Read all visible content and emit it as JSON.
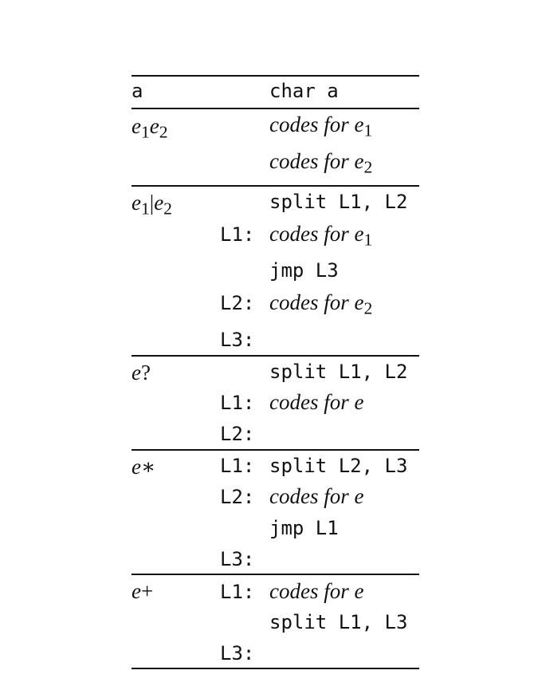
{
  "rows": [
    {
      "expr": {
        "base": "a",
        "style": "mono"
      },
      "lines": [
        {
          "label": "",
          "code": "char a",
          "style": "mono"
        }
      ]
    },
    {
      "expr": {
        "parts": [
          {
            "t": "e",
            "s": "1"
          },
          {
            "t": "e",
            "s": "2"
          }
        ]
      },
      "lines": [
        {
          "label": "",
          "text": "codes for e",
          "sub": "1",
          "style": "italic"
        },
        {
          "label": "",
          "text": "codes for e",
          "sub": "2",
          "style": "italic"
        }
      ]
    },
    {
      "expr": {
        "parts": [
          {
            "t": "e",
            "s": "1"
          },
          {
            "t": "|",
            "s": ""
          },
          {
            "t": "e",
            "s": "2"
          }
        ]
      },
      "lines": [
        {
          "label": "",
          "code": "split L1, L2",
          "style": "mono"
        },
        {
          "label": "L1:",
          "text": "codes for e",
          "sub": "1",
          "style": "italic"
        },
        {
          "label": "",
          "code": "jmp L3",
          "style": "mono"
        },
        {
          "label": "L2:",
          "text": "codes for e",
          "sub": "2",
          "style": "italic"
        },
        {
          "label": "L3:",
          "code": "",
          "style": "mono"
        }
      ]
    },
    {
      "expr": {
        "base": "e",
        "op": "?"
      },
      "lines": [
        {
          "label": "",
          "code": "split L1, L2",
          "style": "mono"
        },
        {
          "label": "L1:",
          "text": "codes for e",
          "sub": "",
          "style": "italic"
        },
        {
          "label": "L2:",
          "code": "",
          "style": "mono"
        }
      ]
    },
    {
      "expr": {
        "base": "e",
        "op": "∗"
      },
      "lines": [
        {
          "label": "L1:",
          "code": "split L2, L3",
          "style": "mono"
        },
        {
          "label": "L2:",
          "text": "codes for e",
          "sub": "",
          "style": "italic"
        },
        {
          "label": "",
          "code": "jmp L1",
          "style": "mono"
        },
        {
          "label": "L3:",
          "code": "",
          "style": "mono"
        }
      ]
    },
    {
      "expr": {
        "base": "e",
        "op": "+"
      },
      "lines": [
        {
          "label": "L1:",
          "text": "codes for e",
          "sub": "",
          "style": "italic"
        },
        {
          "label": "",
          "code": "split L1, L3",
          "style": "mono"
        },
        {
          "label": "L3:",
          "code": "",
          "style": "mono"
        }
      ]
    }
  ]
}
